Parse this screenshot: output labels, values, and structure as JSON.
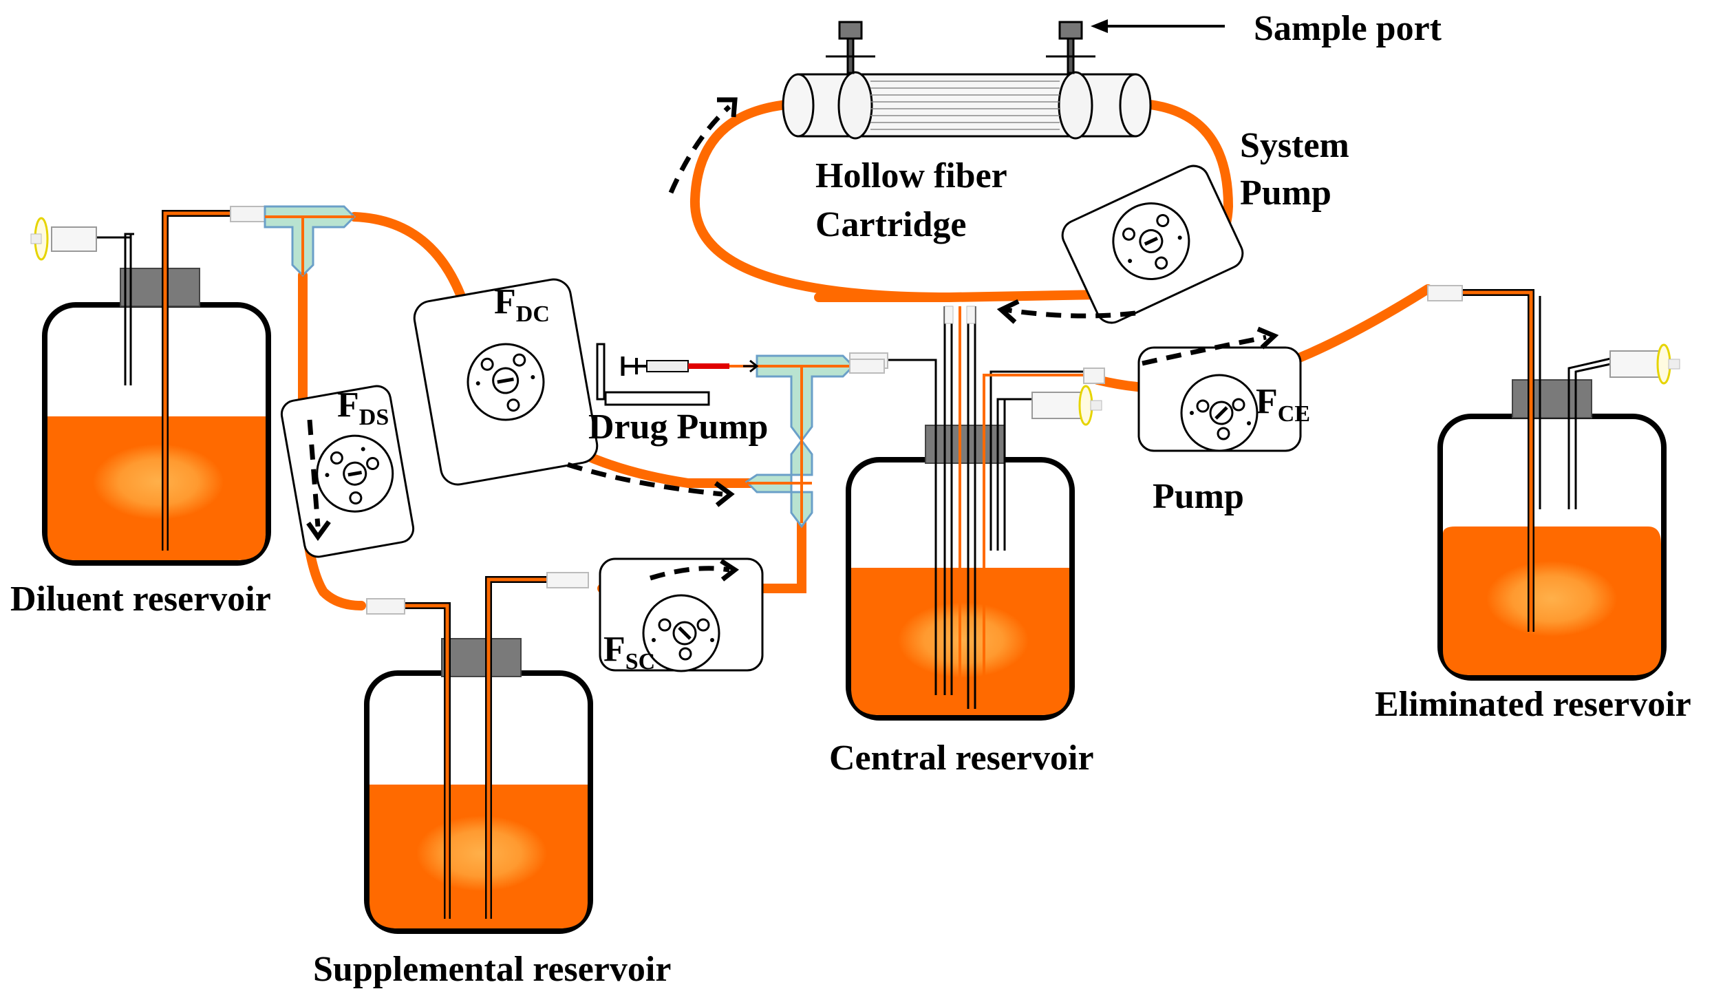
{
  "labels": {
    "sample_port": "Sample port",
    "hollow_fiber_line1": "Hollow fiber",
    "hollow_fiber_line2": "Cartridge",
    "system_pump_line1": "System",
    "system_pump_line2": "Pump",
    "drug_pump": "Drug Pump",
    "pump": "Pump",
    "diluent_reservoir": "Diluent reservoir",
    "supplemental_reservoir": "Supplemental reservoir",
    "central_reservoir": "Central reservoir",
    "eliminated_reservoir": "Eliminated reservoir"
  },
  "flow_labels": {
    "dc": {
      "main": "F",
      "sub": "DC"
    },
    "ds": {
      "main": "F",
      "sub": "DS"
    },
    "sc": {
      "main": "F",
      "sub": "SC"
    },
    "ce": {
      "main": "F",
      "sub": "CE"
    }
  },
  "colors": {
    "tubing": "#ff6a00",
    "liquid": "#ff6a00",
    "liquid_glow": "#ffb347",
    "connector": "#b9e3d0",
    "cap": "#7a7a7a"
  }
}
